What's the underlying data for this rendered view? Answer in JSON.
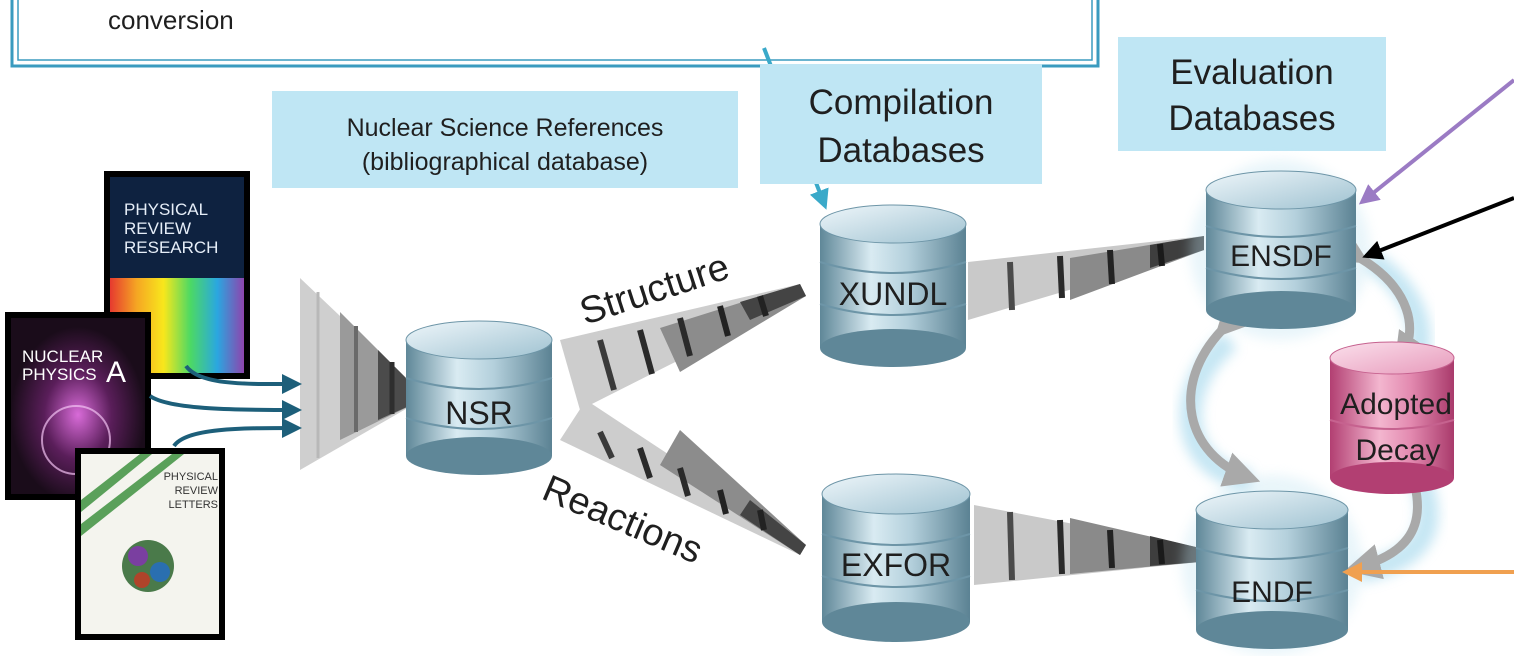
{
  "top_box": {
    "text": "conversion"
  },
  "label_boxes": {
    "nsr": [
      "Nuclear Science References",
      "(bibliographical database)"
    ],
    "compilation": [
      "Compilation",
      "Databases"
    ],
    "evaluation": [
      "Evaluation",
      "Databases"
    ]
  },
  "branch_labels": {
    "structure": "Structure",
    "reactions": "Reactions"
  },
  "databases": {
    "nsr": "NSR",
    "xundl": "XUNDL",
    "exfor": "EXFOR",
    "ensdf": "ENSDF",
    "endf": "ENDF",
    "adopted": [
      "Adopted",
      "Decay"
    ]
  },
  "journals": {
    "prr": [
      "PHYSICAL",
      "REVIEW",
      "RESEARCH"
    ],
    "npa": [
      "NUCLEAR",
      "PHYSICS",
      "A"
    ],
    "prl": [
      "PHYSICAL",
      "REVIEW",
      "LETTERS"
    ]
  },
  "colors": {
    "label_box_fill": "#bfe6f4",
    "top_box_border": "#3a9bbf",
    "journal_arrow": "#1d5f7a",
    "purple_arrow": "#9b7bc4",
    "orange_arrow": "#f0a050",
    "black_arrow": "#000000",
    "cylinder_blue": "#8fb6c8",
    "cylinder_pink": "#e07aa6"
  }
}
